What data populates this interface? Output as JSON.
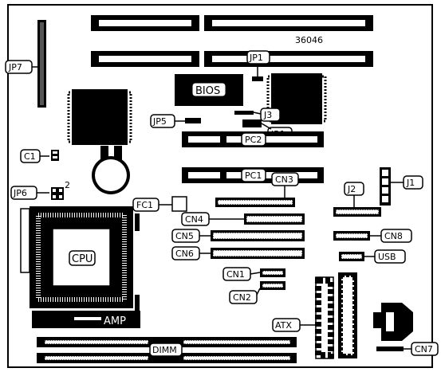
{
  "diagram": {
    "part_number": "36046",
    "jp6_pin": "2",
    "labels": {
      "jp7": "JP7",
      "jp1": "JP1",
      "bios": "BIOS",
      "jp5": "JP5",
      "j3": "J3",
      "ir1": "IR1",
      "pc2": "PC2",
      "c1": "C1",
      "jp6": "JP6",
      "pc1": "PC1",
      "cn3": "CN3",
      "j1": "J1",
      "j2": "J2",
      "fc1": "FC1",
      "cn4": "CN4",
      "cn5": "CN5",
      "cn8": "CN8",
      "cn6": "CN6",
      "usb": "USB",
      "cpu": "CPU",
      "cn1": "CN1",
      "cn2": "CN2",
      "atx": "ATX",
      "amp": "AMP",
      "dimm": "DIMM",
      "cn7": "CN7"
    }
  }
}
